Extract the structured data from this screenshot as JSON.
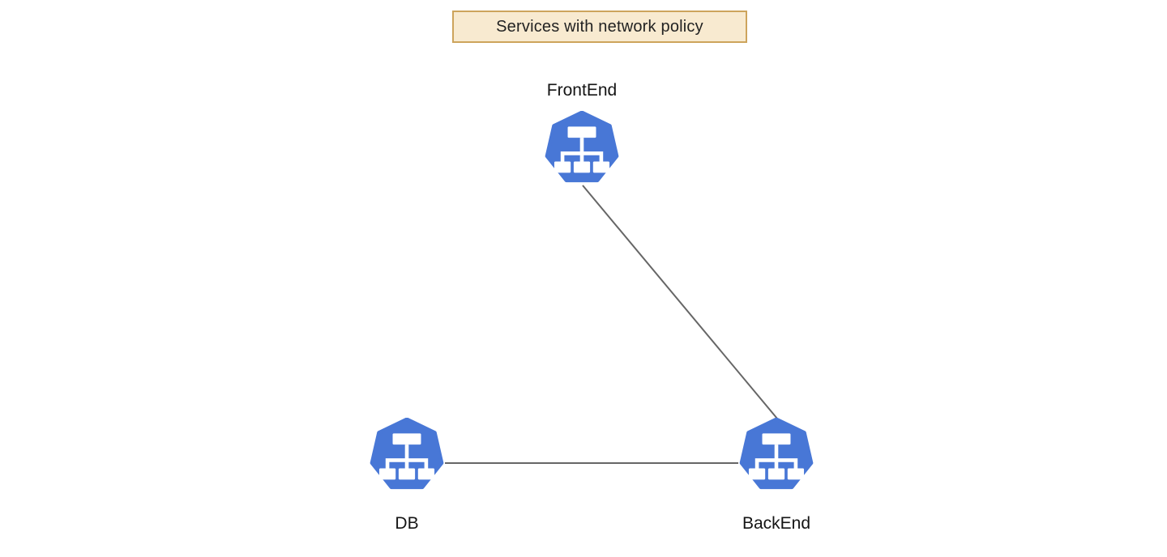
{
  "diagram": {
    "title": "Services with network policy",
    "nodes": [
      {
        "id": "frontend",
        "label": "FrontEnd",
        "icon": "kubernetes-service-icon"
      },
      {
        "id": "db",
        "label": "DB",
        "icon": "kubernetes-service-icon"
      },
      {
        "id": "backend",
        "label": "BackEnd",
        "icon": "kubernetes-service-icon"
      }
    ],
    "edges": [
      {
        "from": "FrontEnd",
        "to": "BackEnd"
      },
      {
        "from": "DB",
        "to": "BackEnd"
      }
    ],
    "colors": {
      "background": "#ffffff",
      "node_fill": "#4877d6",
      "node_glyph": "#ffffff",
      "edge_line": "#666666",
      "title_fill": "#f8ead0",
      "title_border": "#cda45c",
      "title_text": "#222222",
      "label_text": "#141414"
    }
  }
}
